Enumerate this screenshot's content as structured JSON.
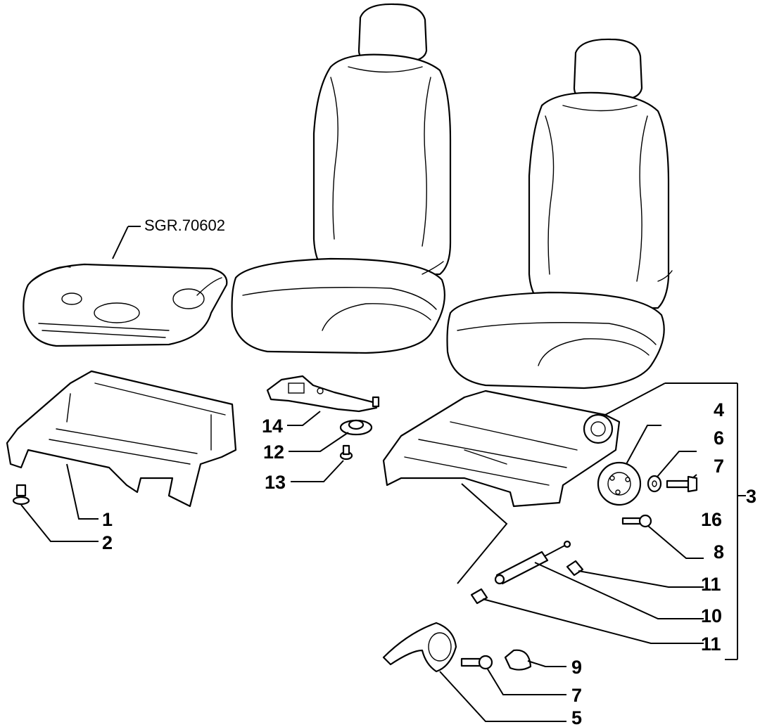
{
  "diagram": {
    "reference_label": "SGR.70602",
    "callouts": {
      "c1": "1",
      "c2": "2",
      "c3": "3",
      "c4": "4",
      "c5": "5",
      "c6": "6",
      "c7a": "7",
      "c7b": "7",
      "c8": "8",
      "c9": "9",
      "c10": "10",
      "c11a": "11",
      "c11b": "11",
      "c12": "12",
      "c13": "13",
      "c14": "14",
      "c16": "16"
    }
  }
}
